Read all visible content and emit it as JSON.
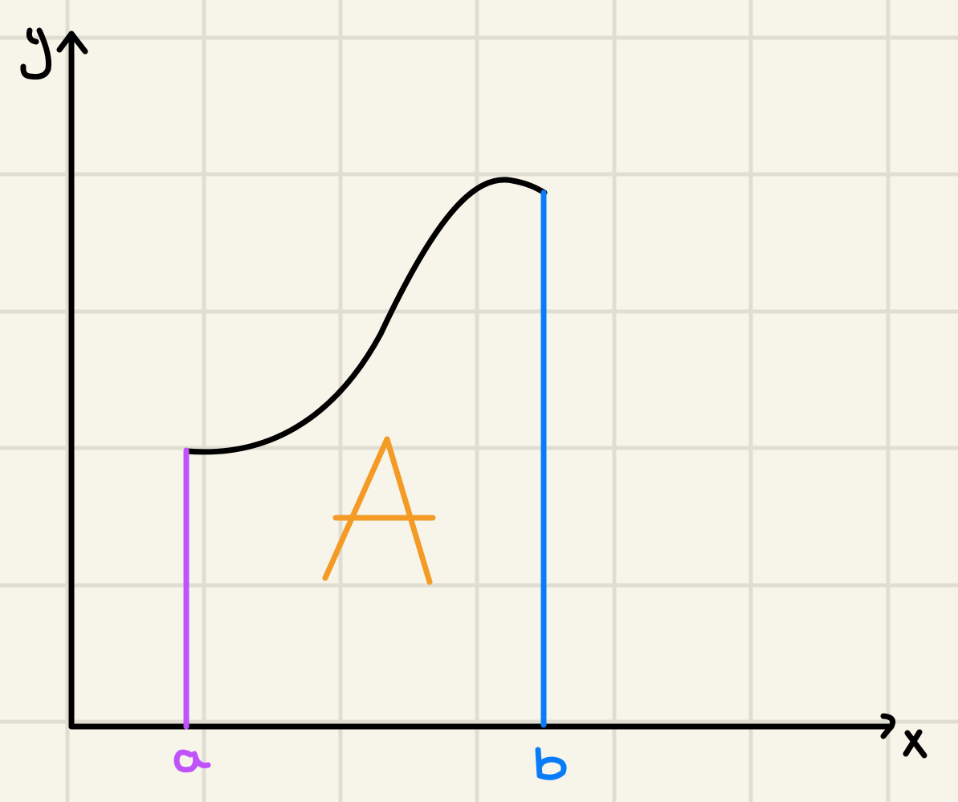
{
  "diagram": {
    "colors": {
      "background": "#f7f5ea",
      "grid": "#e0ded3",
      "axes": "#000000",
      "curve": "#000000",
      "bound_a": "#c052fa",
      "bound_b": "#0a7cf7",
      "area_label": "#f39b25"
    },
    "axes": {
      "x_label": "x",
      "y_label": "y"
    },
    "bounds": {
      "a_label": "a",
      "b_label": "b"
    },
    "area_label": "A"
  }
}
